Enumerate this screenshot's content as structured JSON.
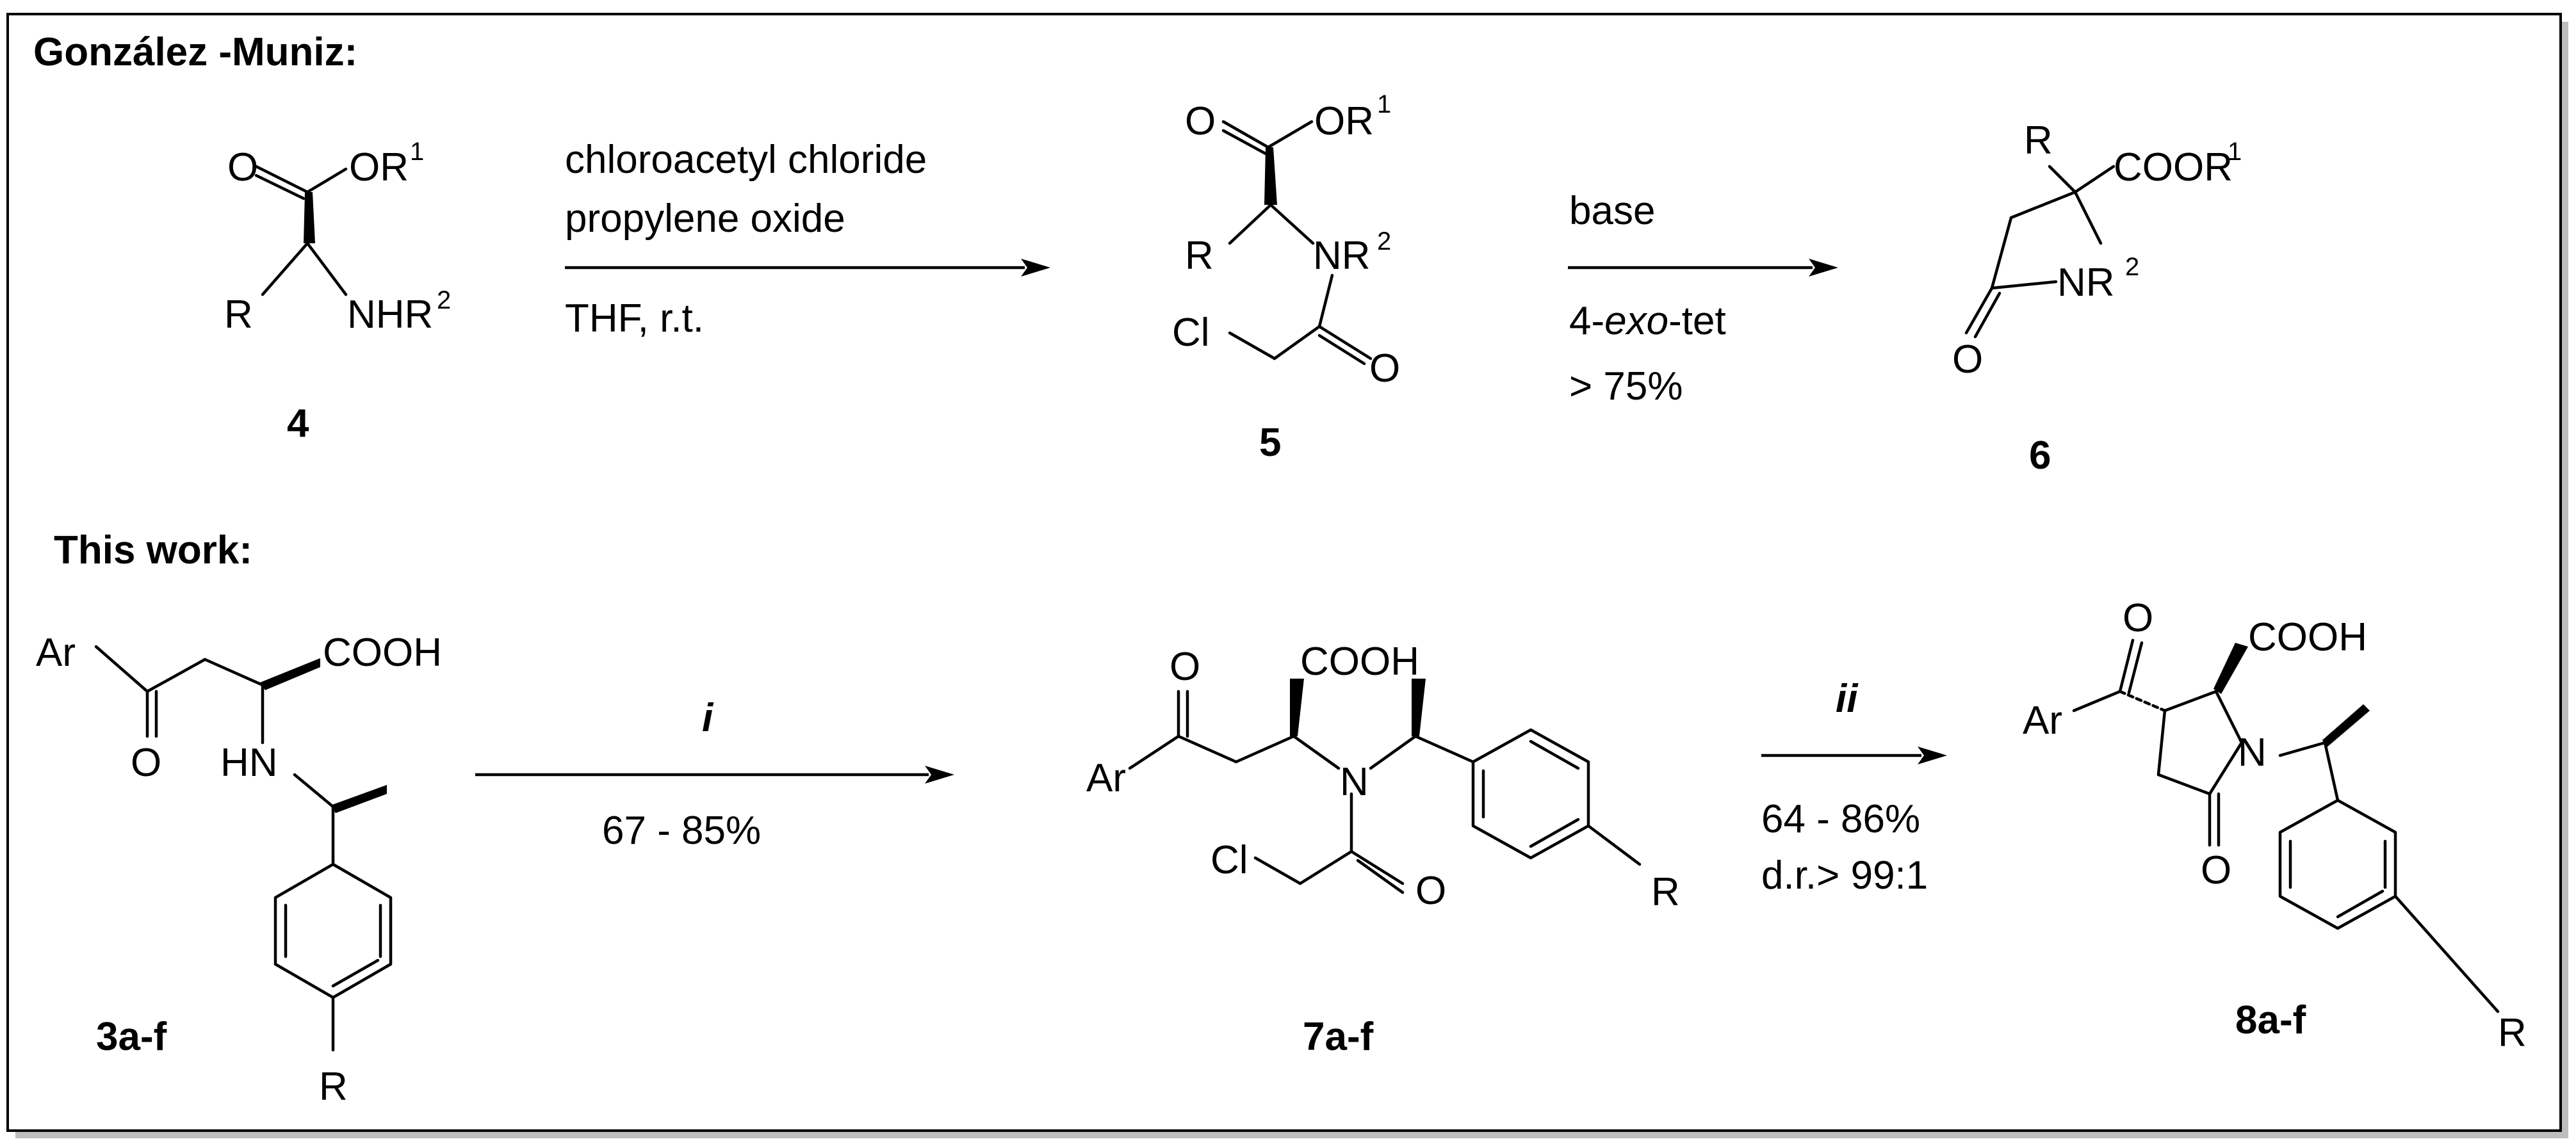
{
  "sections": {
    "top_title": "González -Muniz:",
    "bottom_title": "This work:"
  },
  "compounds": {
    "c4": "4",
    "c5": "5",
    "c6": "6",
    "c3": "3a-f",
    "c7": "7a-f",
    "c8": "8a-f"
  },
  "atoms": {
    "O": "O",
    "OR": "OR",
    "sup1": "1",
    "sup2": "2",
    "R": "R",
    "NHR": "NHR",
    "NR": "NR",
    "Cl": "Cl",
    "COOR": "COOR",
    "Ar": "Ar",
    "COOH": "COOH",
    "HN": "HN",
    "N": "N"
  },
  "conditions": {
    "step1_line1": "chloroacetyl chloride",
    "step1_line2": "propylene oxide",
    "step1_line3": "THF, r.t.",
    "step2_line1": "base",
    "step2_line2_prefix": "4-",
    "step2_line2_italic": "exo",
    "step2_line2_suffix": "-tet",
    "step2_line3": "> 75%",
    "step3_label": "i",
    "step3_yield": "67 - 85%",
    "step4_label": "ii",
    "step4_yield": "64 - 86%",
    "step4_dr": "d.r.> 99:1"
  }
}
